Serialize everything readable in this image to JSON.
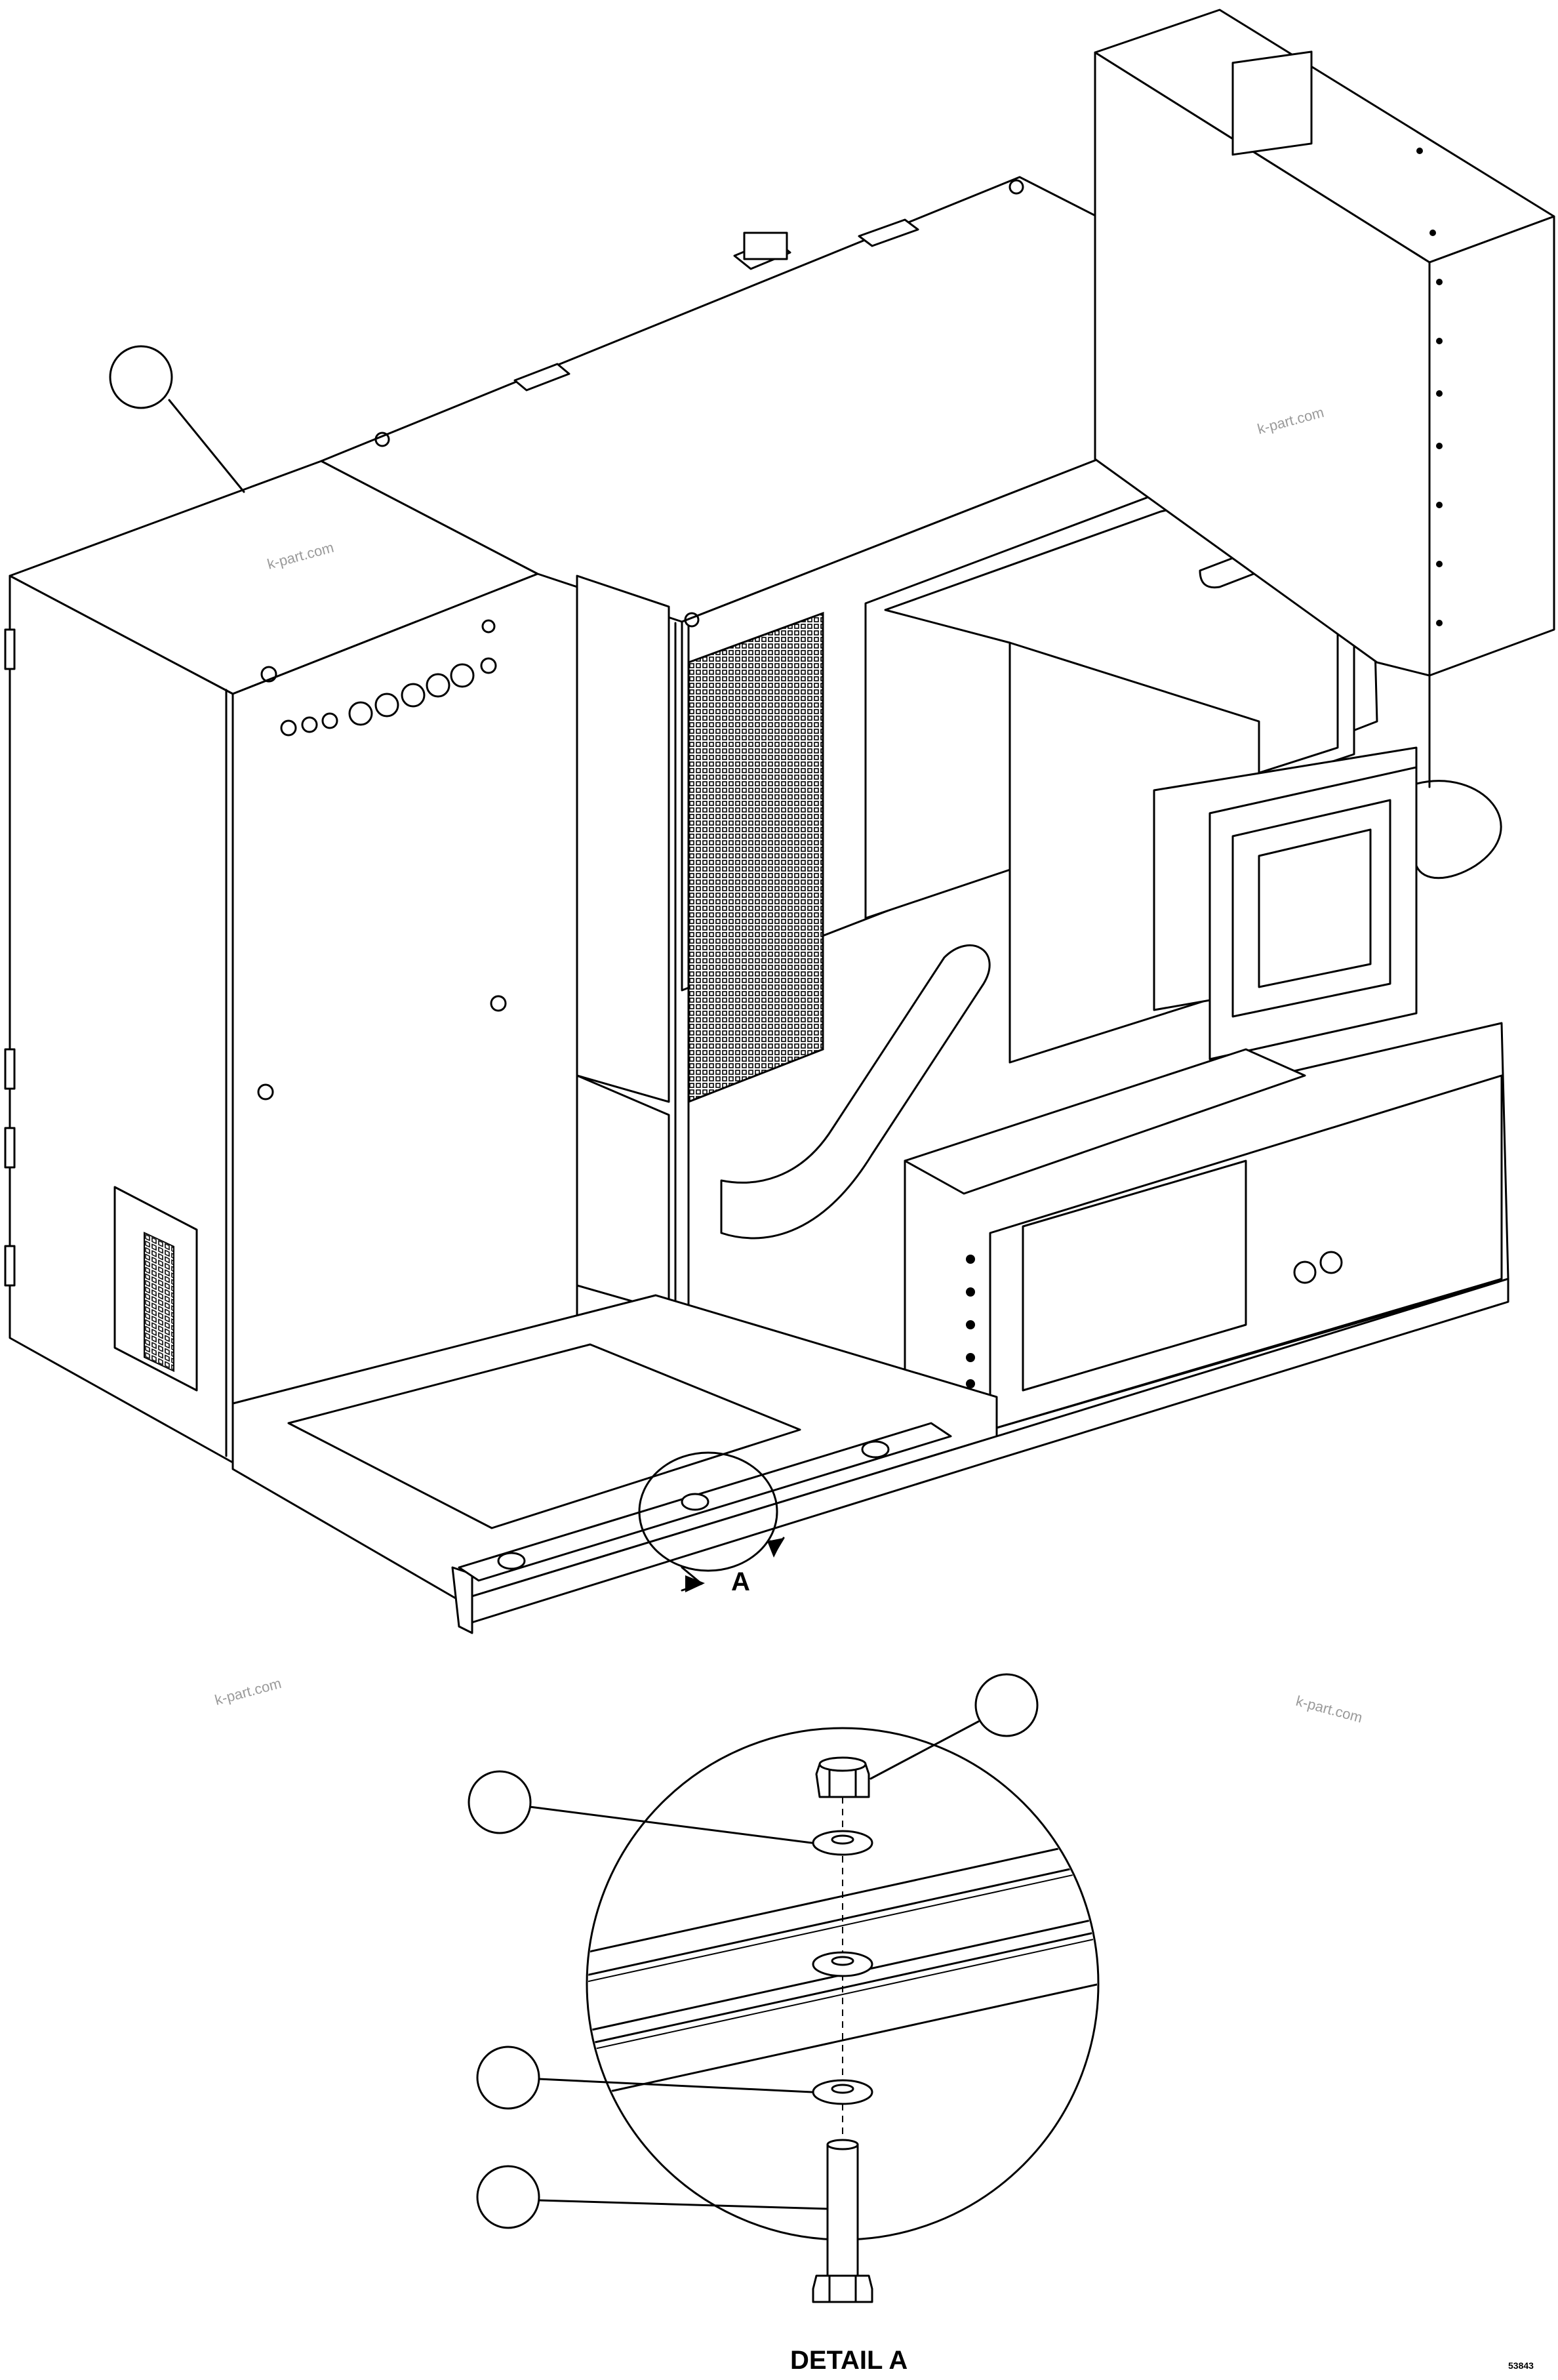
{
  "view_label": "A",
  "detail_title": "DETAIL A",
  "drawing_number": "53843",
  "watermarks": [
    "k-part.com",
    "k-part.com",
    "k-part.com",
    "k-part.com"
  ],
  "callouts": [
    {
      "id": "callout-main-unit",
      "text": ""
    },
    {
      "id": "callout-nut",
      "text": ""
    },
    {
      "id": "callout-upper-washer",
      "text": ""
    },
    {
      "id": "callout-lower-washer",
      "text": ""
    },
    {
      "id": "callout-bolt",
      "text": ""
    }
  ]
}
